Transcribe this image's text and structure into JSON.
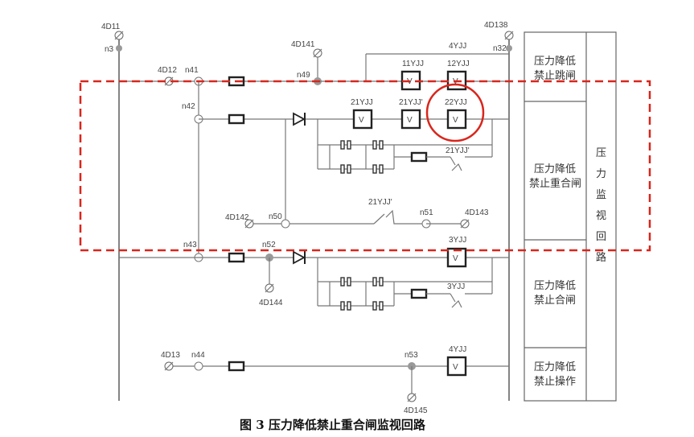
{
  "terminals": {
    "t4D11": "4D11",
    "tn3": "n3",
    "t4D12": "4D12",
    "tn41": "n41",
    "t4D141": "4D141",
    "tn49": "n49",
    "t4D138": "4D138",
    "tn32": "n32",
    "t4YJJ_top": "4YJJ",
    "tn42": "n42",
    "t4D142": "4D142",
    "tn50": "n50",
    "tn51": "n51",
    "t4D143": "4D143",
    "tn43": "n43",
    "tn52": "n52",
    "t4D144": "4D144",
    "t4D13": "4D13",
    "tn44": "n44",
    "tn53": "n53",
    "t4D145": "4D145"
  },
  "relays": {
    "r11YJJ": "11YJJ",
    "r12YJJ": "12YJJ",
    "r21YJJ": "21YJJ",
    "r21YJJp": "21YJJ'",
    "r22YJJ": "22YJJ",
    "r21YJJp_contact": "21YJJ'",
    "r21YJJp_switch": "21YJJ'",
    "r3YJJ": "3YJJ",
    "r3YJJ_contact": "3YJJ",
    "r4YJJ": "4YJJ",
    "v": "V"
  },
  "panel": {
    "p1a": "压力降低",
    "p1b": "禁止跳闸",
    "p2a": "压力降低",
    "p2b": "禁止重合闸",
    "p3a": "压力降低",
    "p3b": "禁止合闸",
    "p4a": "压力降低",
    "p4b": "禁止操作",
    "side": [
      "压",
      "力",
      "监",
      "视",
      "回",
      "路"
    ]
  },
  "caption": "图 3   压力降低禁止重合闸监视回路",
  "colors": {
    "highlight": "#d9261c",
    "line": "#777777",
    "symbol": "#222222"
  }
}
